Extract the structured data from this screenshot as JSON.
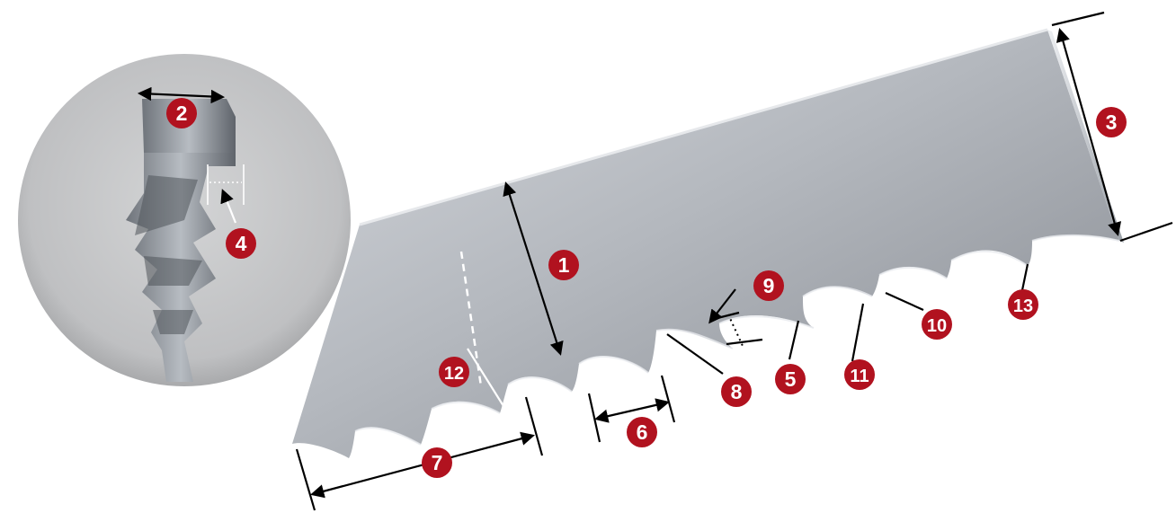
{
  "diagram": {
    "subject": "band-saw-blade-terminology",
    "colors": {
      "badge": "#b1121f",
      "badge_text": "#ffffff",
      "blade_light": "#c9ccd2",
      "blade_dark": "#7f838a",
      "inset_circle": "#c7c8c9",
      "arrow": "#000000"
    },
    "callouts": [
      {
        "id": "c1",
        "label": "1"
      },
      {
        "id": "c2",
        "label": "2"
      },
      {
        "id": "c3",
        "label": "3"
      },
      {
        "id": "c4",
        "label": "4"
      },
      {
        "id": "c5",
        "label": "5"
      },
      {
        "id": "c6",
        "label": "6"
      },
      {
        "id": "c7",
        "label": "7"
      },
      {
        "id": "c8",
        "label": "8"
      },
      {
        "id": "c9",
        "label": "9"
      },
      {
        "id": "c10",
        "label": "10"
      },
      {
        "id": "c11",
        "label": "11"
      },
      {
        "id": "c12",
        "label": "12"
      },
      {
        "id": "c13",
        "label": "13"
      }
    ]
  }
}
